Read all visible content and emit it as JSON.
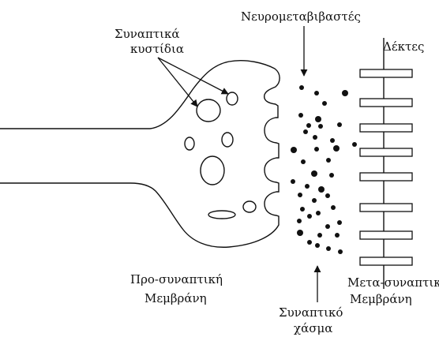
{
  "labels": {
    "vesicles": [
      "Συναπτικά",
      "κυστίδια"
    ],
    "neurotransmitters": "Νευρομεταβιβαστές",
    "receptors": "Δέκτες",
    "presynaptic": [
      "Προ-συναπτική",
      "Μεμβράνη"
    ],
    "postsynaptic": [
      "Μετα-συναπτική",
      "Μεμβράνη"
    ],
    "cleft": [
      "Συναπτικό",
      "χάσμα"
    ]
  },
  "colors": {
    "ink": "#111111",
    "background": "#ffffff"
  }
}
